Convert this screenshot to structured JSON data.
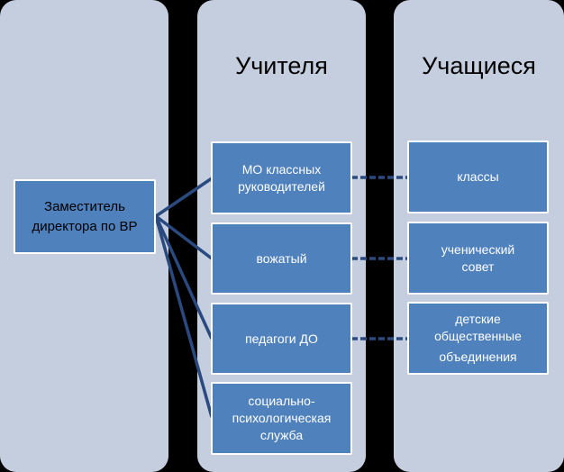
{
  "columns": {
    "teachers_title": "Учителя",
    "students_title": "Учащиеся"
  },
  "main_box": "Заместитель директора по ВР",
  "teachers": [
    "МО классных руководителей",
    "вожатый",
    "педагоги ДО",
    "социально-психологическая служба"
  ],
  "teacher_lines": [
    [
      "МО классных",
      "руководителей"
    ],
    [
      "вожатый"
    ],
    [
      "педагоги ДО"
    ],
    [
      "социально-",
      "психологическая",
      "служба"
    ]
  ],
  "students": [
    [
      "классы"
    ],
    [
      "ученический",
      "совет"
    ],
    [
      "детские",
      "общественные",
      "объединения"
    ]
  ],
  "main_lines": [
    "Заместитель",
    "директора по ВР"
  ],
  "colors": {
    "background": "#000000",
    "column_fill": "#c5cede",
    "box_fill": "#4f81bd",
    "connector": "#2a4a7f"
  }
}
